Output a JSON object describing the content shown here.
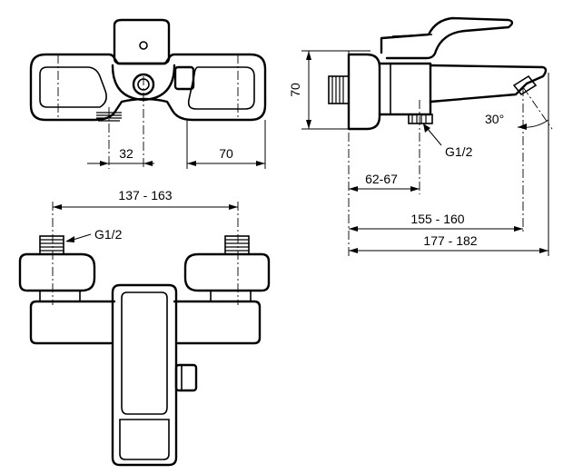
{
  "top_view": {
    "dim_thread_spacing": "32",
    "dim_outlet_offset": "70"
  },
  "side_view": {
    "dim_height": "70",
    "thread_label": "G1/2",
    "angle_label": "30°",
    "dim_inlet": "62-67",
    "dim_spout": "155 - 160",
    "dim_overall": "177 - 182"
  },
  "front_view": {
    "dim_centers": "137 - 163",
    "thread_label": "G1/2"
  }
}
